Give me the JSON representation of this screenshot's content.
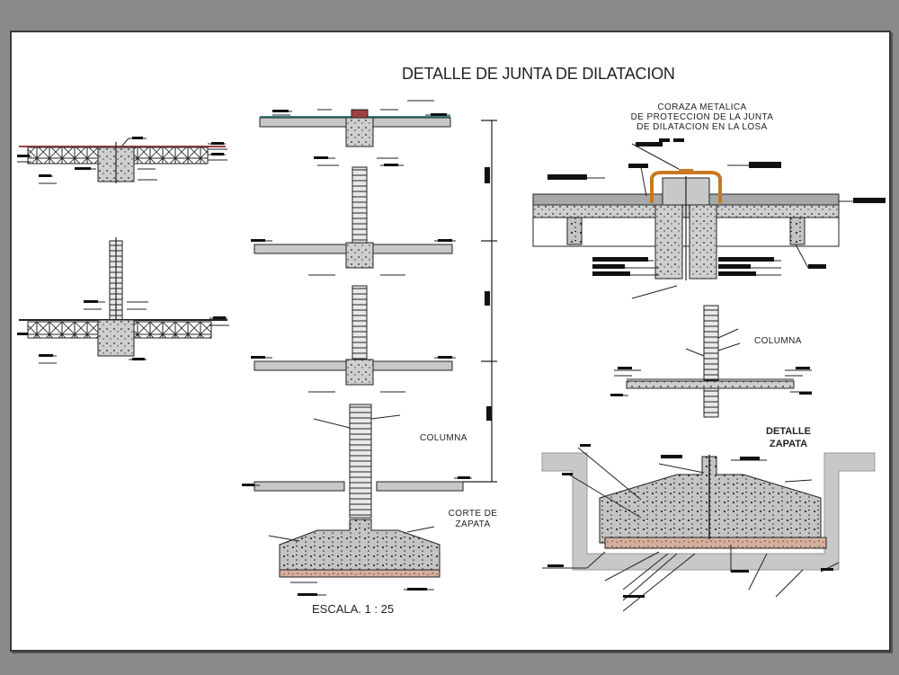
{
  "drawing": {
    "title": "DETALLE DE JUNTA DE DILATACION",
    "scale_label": "ESCALA. 1 : 25",
    "labels": {
      "coraza_line1": "CORAZA METALICA",
      "coraza_line2": "DE PROTECCION DE LA JUNTA",
      "coraza_line3": "DE DILATACION EN LA LOSA",
      "columna_center": "COLUMNA",
      "columna_right": "COLUMNA",
      "corte_line1": "CORTE DE",
      "corte_line2": "ZAPATA",
      "detalle_line1": "DETALLE",
      "detalle_line2": "ZAPATA"
    },
    "colors": {
      "background": "#8a8a8a",
      "sheet": "#ffffff",
      "concrete": "#c8c8c8",
      "metal_cover": "#c87820",
      "roof_membrane": "#a04040",
      "teal_layer": "#3a8a8a",
      "gravel": "#e8a080"
    }
  }
}
